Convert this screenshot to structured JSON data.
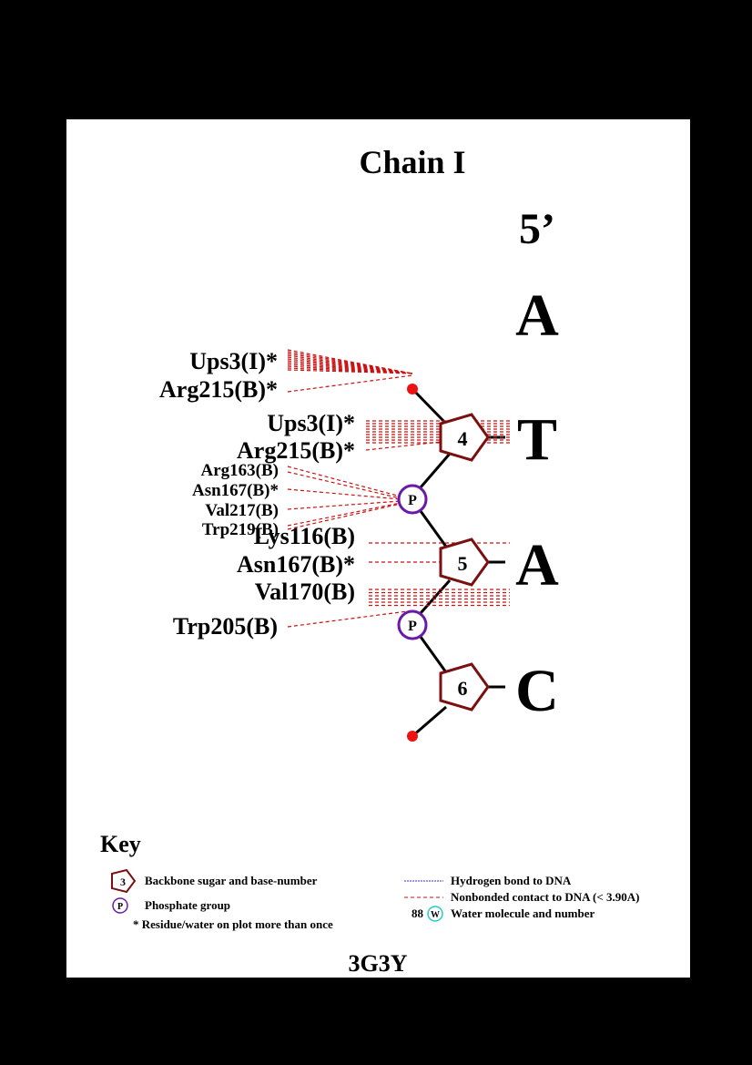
{
  "title": "Chain I",
  "strand_end": "5’",
  "pdb_code": "3G3Y",
  "nucleotides": [
    {
      "number": "4",
      "base": "T",
      "color": "#6b6bf2"
    },
    {
      "number": "5",
      "base": "A",
      "color": "#ee1111"
    },
    {
      "number": "6",
      "base": "C",
      "color": "#cc8811"
    }
  ],
  "first_base": {
    "base": "A",
    "color": "#ee1111"
  },
  "phosphate_label": "P",
  "residue_labels": {
    "ups3_top": "Ups3(I)*",
    "arg215_top": "Arg215(B)*",
    "ups3_sugar": "Ups3(I)*",
    "arg215_sugar": "Arg215(B)*",
    "arg163": "Arg163(B)",
    "asn167_p": "Asn167(B)*",
    "val217": "Val217(B)",
    "trp219": "Trp219(B)",
    "lys116": "Lys116(B)",
    "asn167_s": "Asn167(B)*",
    "val170": "Val170(B)",
    "trp205": "Trp205(B)"
  },
  "key": {
    "title": "Key",
    "sugar_example_number": "3",
    "sugar_text": "Backbone sugar and base-number",
    "phosphate_example": "P",
    "phosphate_text": "Phosphate group",
    "asterisk_text": "* Residue/water on plot more than once",
    "hbond_text": "Hydrogen bond to DNA",
    "nonbonded_text": "Nonbonded contact to DNA (< 3.90A)",
    "water_example_number": "88",
    "water_example_symbol": "W",
    "water_text": "Water molecule and number"
  },
  "colors": {
    "sugar": "#7a1010",
    "phosphate": "#6a1aa8",
    "contact": "#cc1111",
    "terminal_dot": "#ee1111",
    "hbond": "#3333cc",
    "water": "#22cccc"
  }
}
